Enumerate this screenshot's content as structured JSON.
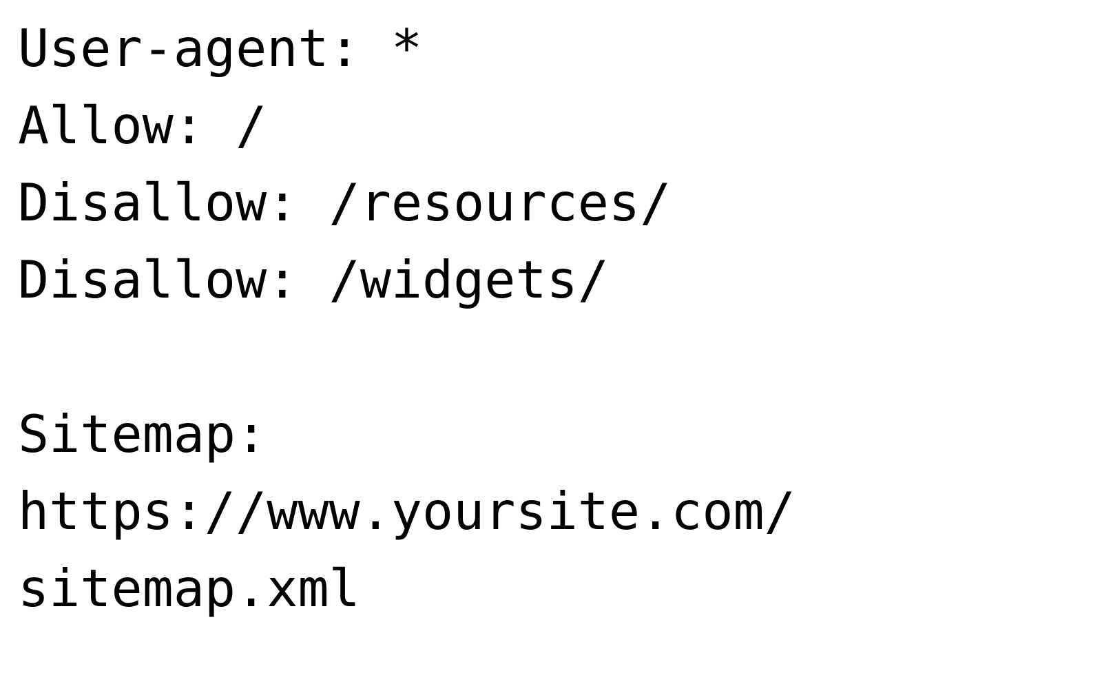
{
  "document": {
    "kind": "robots-txt",
    "background_color": "#ffffff",
    "text_color": "#000000",
    "lines": [
      {
        "id": "user-agent",
        "text": "User-agent: *",
        "blank": false
      },
      {
        "id": "allow-root",
        "text": "Allow: /",
        "blank": false
      },
      {
        "id": "disallow-resources",
        "text": "Disallow: /resources/",
        "blank": false
      },
      {
        "id": "disallow-widgets",
        "text": "Disallow: /widgets/",
        "blank": false
      },
      {
        "id": "spacer",
        "text": "",
        "blank": true
      },
      {
        "id": "sitemap-directive",
        "text": "Sitemap:",
        "blank": false
      },
      {
        "id": "sitemap-url-part1",
        "text": "https://www.yoursite.com/",
        "blank": false
      },
      {
        "id": "sitemap-url-part2",
        "text": "sitemap.xml",
        "blank": false
      }
    ],
    "directives": {
      "user_agent": "*",
      "allow": "/",
      "disallow": [
        "/resources/",
        "/widgets/"
      ],
      "sitemap": "https://www.yoursite.com/sitemap.xml"
    }
  }
}
